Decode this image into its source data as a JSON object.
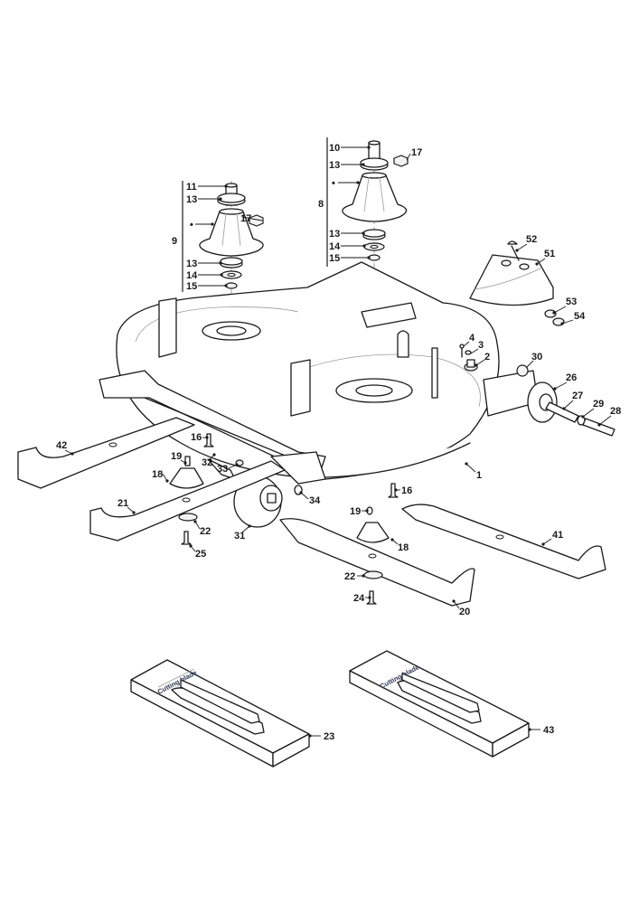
{
  "diagram": {
    "type": "exploded-parts-diagram",
    "subject": "mower cutting deck assembly",
    "packaging_text": "Cutting blade",
    "groups": [
      {
        "label": "9",
        "members": [
          "11",
          "13",
          "•",
          "13",
          "14",
          "15"
        ]
      },
      {
        "label": "8",
        "members": [
          "10",
          "13",
          "•",
          "13",
          "14",
          "15"
        ]
      }
    ],
    "callouts": {
      "c1": "1",
      "c2": "2",
      "c3": "3",
      "c4": "4",
      "c8": "8",
      "c9": "9",
      "c10": "10",
      "c11": "11",
      "c13a": "13",
      "c13b": "13",
      "c13c": "13",
      "c13d": "13",
      "c14a": "14",
      "c14b": "14",
      "c15a": "15",
      "c15b": "15",
      "c16a": "16",
      "c16b": "16",
      "c17a": "17",
      "c17b": "17",
      "c18a": "18",
      "c18b": "18",
      "c19a": "19",
      "c19b": "19",
      "c20": "20",
      "c21": "21",
      "c22a": "22",
      "c22b": "22",
      "c23": "23",
      "c24": "24",
      "c25": "25",
      "c26": "26",
      "c27": "27",
      "c28": "28",
      "c29": "29",
      "c30": "30",
      "c31": "31",
      "c32": "32",
      "c33": "33",
      "c34": "34",
      "c41": "41",
      "c42": "42",
      "c43": "43",
      "c51": "51",
      "c52": "52",
      "c53": "53",
      "c54": "54",
      "dot_a": "•",
      "dot_b": "•"
    }
  }
}
